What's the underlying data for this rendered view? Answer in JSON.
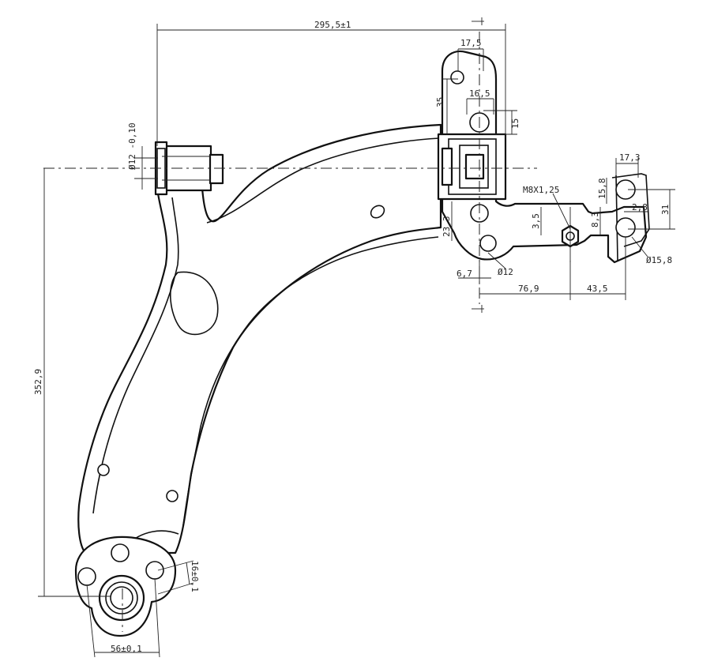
{
  "drawing": {
    "dimensions": {
      "overall_width": "295,5±1",
      "overall_height": "352,9",
      "top_tab": "17,5",
      "front_offset": "35",
      "front_hole_pitch": "16,5",
      "front_hole_size": "15",
      "bushing_dia": "Ø12 -0,10",
      "thread": "M8X1,25",
      "rear_tab": "17,3",
      "rear_hole_offset": "15,8",
      "rear_step": "2,8",
      "rear_height": "31",
      "rear_hole_dia": "Ø15,8",
      "bracket_offset": "23,3",
      "bracket_step": "3,5",
      "stud_offset": "8,3",
      "lower_hole_dia": "Ø12",
      "left_offset": "6,7",
      "stud_distance": "76,9",
      "rear_distance": "43,5",
      "ball_bolt_offset": "16±0,1",
      "ball_bolt_pitch": "56±0,1"
    }
  }
}
